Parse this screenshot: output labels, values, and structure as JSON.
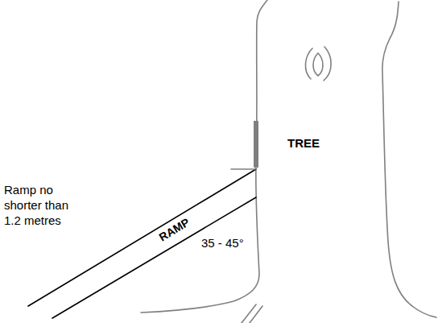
{
  "diagram": {
    "labels": [
      "Ramp no shorter than 1.2 metres",
      "RAMP",
      "35 - 45°",
      "TREE"
    ]
  }
}
